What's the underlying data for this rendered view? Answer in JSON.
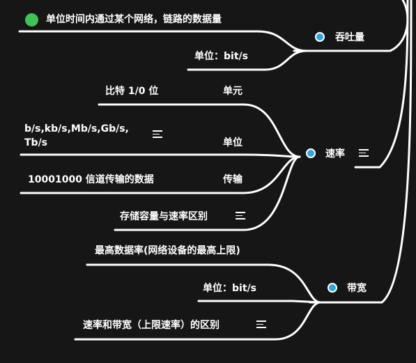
{
  "colors": {
    "background": "#161616",
    "line": "#ffffff",
    "topic_dot": "#29a8e0",
    "definition_dot": "#3ec451"
  },
  "nodes": {
    "throughput": {
      "title": "吞吐量",
      "definition": "单位时间内通过某个网络，链路的数据量",
      "unit": "单位：bit/s"
    },
    "rate": {
      "title": "速率",
      "element_label": "单元",
      "element_value": "比特 1/0 位",
      "unit_label": "单位",
      "unit_value": "b/s,kb/s,Mb/s,Gb/s, Tb/s",
      "transfer_label": "传输",
      "transfer_value": "10001000 信道传输的数据",
      "storage_vs_rate": "存储容量与速率区别"
    },
    "bandwidth": {
      "title": "带宽",
      "max_rate": "最高数据率(网络设备的最高上限)",
      "unit": "单位：bit/s",
      "difference": "速率和带宽（上限速率）的区别"
    }
  },
  "icons": {
    "topic": "circle-dot-icon",
    "note": "notes-icon"
  }
}
